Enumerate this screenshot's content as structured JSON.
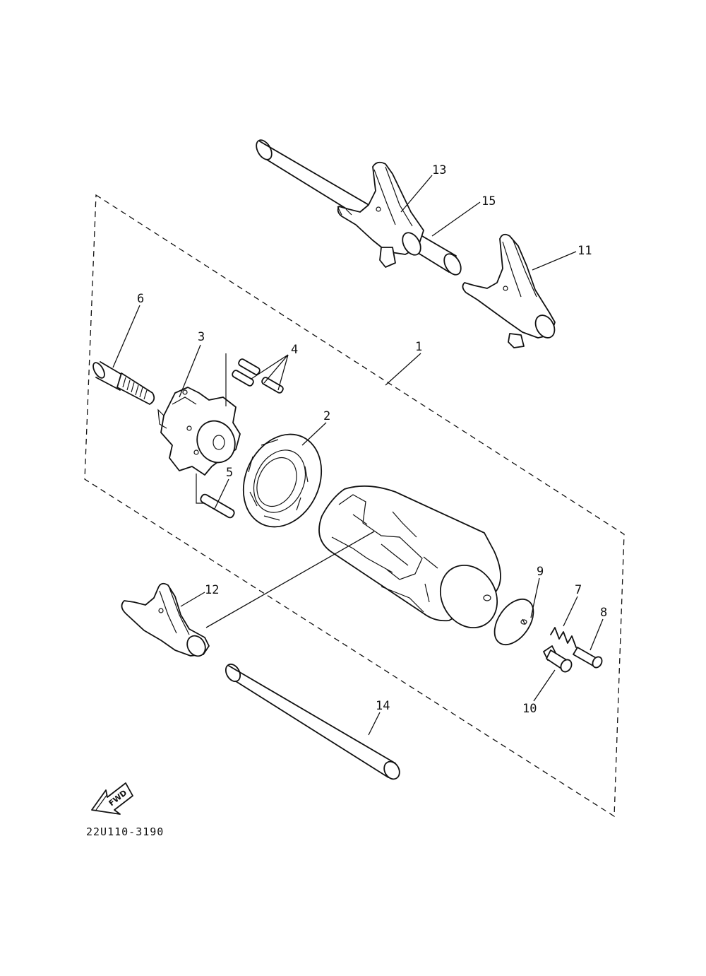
{
  "diagram": {
    "code": "22U110-3190",
    "fwd_label": "FWD",
    "parts": [
      {
        "id": "p1",
        "number": "1"
      },
      {
        "id": "p2",
        "number": "2"
      },
      {
        "id": "p3",
        "number": "3"
      },
      {
        "id": "p4",
        "number": "4"
      },
      {
        "id": "p5",
        "number": "5"
      },
      {
        "id": "p6",
        "number": "6"
      },
      {
        "id": "p7",
        "number": "7"
      },
      {
        "id": "p8",
        "number": "8"
      },
      {
        "id": "p9",
        "number": "9"
      },
      {
        "id": "p10",
        "number": "10"
      },
      {
        "id": "p11",
        "number": "11"
      },
      {
        "id": "p12",
        "number": "12"
      },
      {
        "id": "p13",
        "number": "13"
      },
      {
        "id": "p14",
        "number": "14"
      },
      {
        "id": "p15",
        "number": "15"
      }
    ]
  }
}
